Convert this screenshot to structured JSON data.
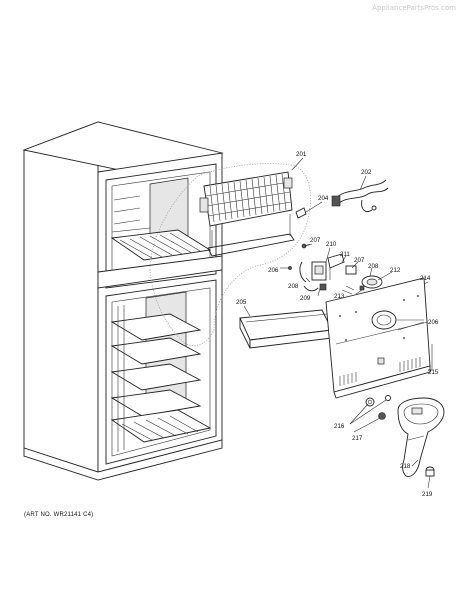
{
  "watermark": "AppliancePartsPros.com",
  "art_number": "(ART NO. WR21141 C4)",
  "callouts": {
    "c201": "201",
    "c202": "202",
    "c204": "204",
    "c205": "205",
    "c206a": "206",
    "c206b": "206",
    "c207a": "207",
    "c207b": "207",
    "c208a": "208",
    "c208b": "208",
    "c209": "209",
    "c210": "210",
    "c211": "211",
    "c212": "212",
    "c213": "213",
    "c214": "214",
    "c215": "215",
    "c216": "216",
    "c217": "217",
    "c218": "218",
    "c219": "219"
  }
}
